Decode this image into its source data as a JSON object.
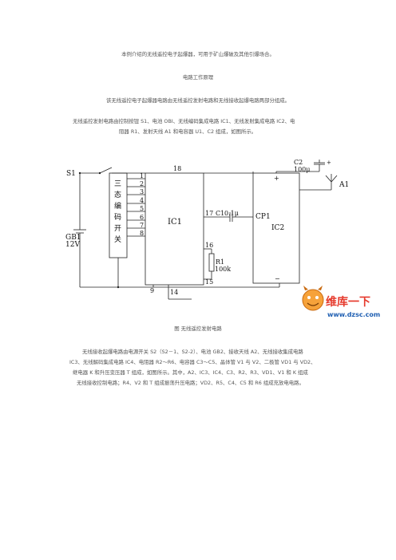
{
  "doc": {
    "intro": "本例介绍的无线遥控电子起爆器，可用于矿山爆破及其他引爆场合。",
    "section_title": "电路工作原理",
    "para1": "该无线遥控电子起爆器电路由无线遥控发射电路和无线接收起爆电路两部分组成。",
    "para2_line1": "无线遥控发射电路由控制按钮 S1、电池 OBI、无线编码集成电路 IC1、无线发射集成电路 IC2、电",
    "para2_line2": "阻器 R1、发射天线 A1 和电容器 U1、C2 组成，如图所示。",
    "caption": "图  无线遥控发射电路",
    "para3_line1": "无线接收起爆电路由电源开关 S2（S2－1、S2-2）、电池 GB2、接收天线 A2、无线接收集成电路",
    "para3_line2": "IC3、无线解码集成电路 IC4、电阻器 R2～R6、电容器 C3～C5、晶体管 V1 与 V2、二极管 VD1 与 VD2、",
    "para3_line3": "继电器 K 和升压变压器 T 组成，如图所示。其中，A2、IC3、IC4、C3、R2、R3、VD1、V1 和 K 组成",
    "para3_line4": "无线接收控制电路；R4、V2 和 T 组成振荡升压电路；VD2、R5、C4、C5 和 R6 组成充放电电路。"
  },
  "circuit": {
    "s1": "S1",
    "gb1": "GB1",
    "gb1_v": "12V",
    "switch_chars": [
      "三",
      "态",
      "编",
      "码",
      "开",
      "关"
    ],
    "pins_left": [
      "1",
      "2",
      "3",
      "4",
      "5",
      "6",
      "7",
      "8"
    ],
    "pin18": "18",
    "pin17": "17",
    "pin16": "16",
    "pin15": "15",
    "pin9": "9",
    "pin14": "14",
    "ic1": "IC1",
    "c1": "C1",
    "c1_v": "0.1μ",
    "cp1": "CP1",
    "ic2": "IC2",
    "r1": "R1",
    "r1_v": "100k",
    "c2": "C2",
    "c2_v": "100μ",
    "a1": "A1",
    "plus": "+",
    "minus": "−"
  },
  "watermark": {
    "brand": "维库一下",
    "url": "www.dzsc.com"
  }
}
